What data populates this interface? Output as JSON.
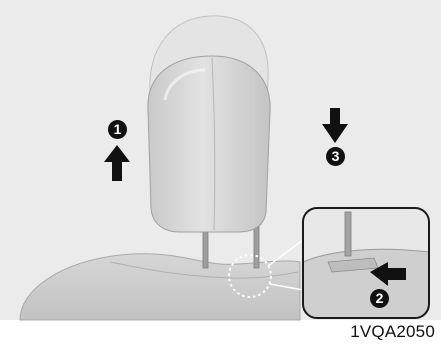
{
  "figure": {
    "image_code": "1VQA2050",
    "steps": [
      {
        "number": "1",
        "direction": "up"
      },
      {
        "number": "2",
        "direction": "press-left"
      },
      {
        "number": "3",
        "direction": "down"
      }
    ],
    "colors": {
      "background": "#ebebeb",
      "seat_fill": "#d9d9d9",
      "seat_shade": "#bdbdbd",
      "outline": "#9a9a9a",
      "arrow": "#111111",
      "dotted_circle": "#ffffff",
      "inset_border": "#1a1a1a"
    }
  }
}
